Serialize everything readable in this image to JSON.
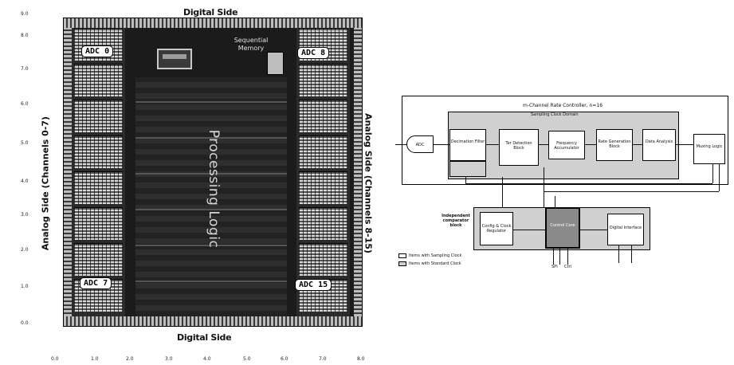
{
  "layout": {
    "top_title": "Digital Side",
    "bottom_title": "Digital Side",
    "left_side_label": "Analog Side (Channels 0-7)",
    "right_side_label": "Analog Side (Channels 8-15)",
    "processing_label": "Processing Logic",
    "memory_label": "Sequential Memory",
    "adc_labels": {
      "top_left": "ADC 0",
      "top_right": "ADC 8",
      "bottom_left": "ADC 7",
      "bottom_right": "ADC 15"
    },
    "y_ticks": [
      "0.0",
      "1.0",
      "2.0",
      "3.0",
      "4.0",
      "5.0",
      "6.0",
      "7.0",
      "8.0",
      "9.0"
    ],
    "x_ticks": [
      "0.0",
      "1.0",
      "2.0",
      "3.0",
      "4.0",
      "5.0",
      "6.0",
      "7.0",
      "8.0"
    ]
  },
  "block_diagram": {
    "outer_title": "m-Channel Rate Controller, n=16",
    "inner_title": "Sampling Clock Domain",
    "blocks": {
      "adc": "ADC",
      "decimation": "Decimation Filter",
      "block2": "Ter Detection Block",
      "block3": "Frequency Accumulator",
      "block4": "Rate Generation Block",
      "block5": "Data Analysis",
      "output": "Muxing Logic",
      "config": "Config & Clock Regulator",
      "core": "Control Core",
      "interface": "Digital Interface"
    },
    "side_label": "Independent comparator block",
    "legend": [
      "Items with Sampling Clock",
      "Items with Standard Clock"
    ],
    "pin_labels": [
      "SPI",
      "Ctrl"
    ]
  }
}
